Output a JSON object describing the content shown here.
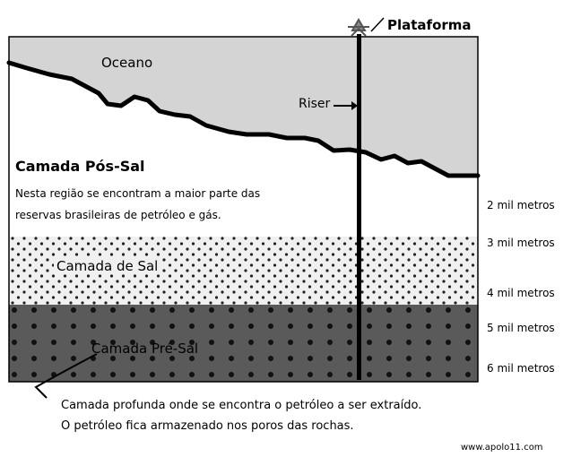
{
  "labels": {
    "platform": "Plataforma",
    "ocean": "Oceano",
    "riser": "Riser",
    "post_salt_title": "Camada Pós-Sal",
    "post_salt_desc_line1": "Nesta região se encontram a maior parte das",
    "post_salt_desc_line2": "reservas brasileiras de petróleo e gás.",
    "salt_layer": "Camada de Sal",
    "pre_salt_layer": "Camada Pré-Sal",
    "caption_line1": "Camada profunda onde se encontra o petróleo a ser extraído.",
    "caption_line2": "O petróleo fica armazenado nos poros das rochas.",
    "credit": "www.apolo11.com"
  },
  "depths": [
    "2 mil metros",
    "3 mil metros",
    "4 mil metros",
    "5 mil metros",
    "6 mil metros"
  ],
  "colors": {
    "ocean": "#d4d4d4",
    "salt": "#f0f0f0",
    "pre_salt": "#5a5a5a",
    "dots_salt": "#222222",
    "dots_pre_salt": "#111111",
    "ink": "#000000"
  }
}
